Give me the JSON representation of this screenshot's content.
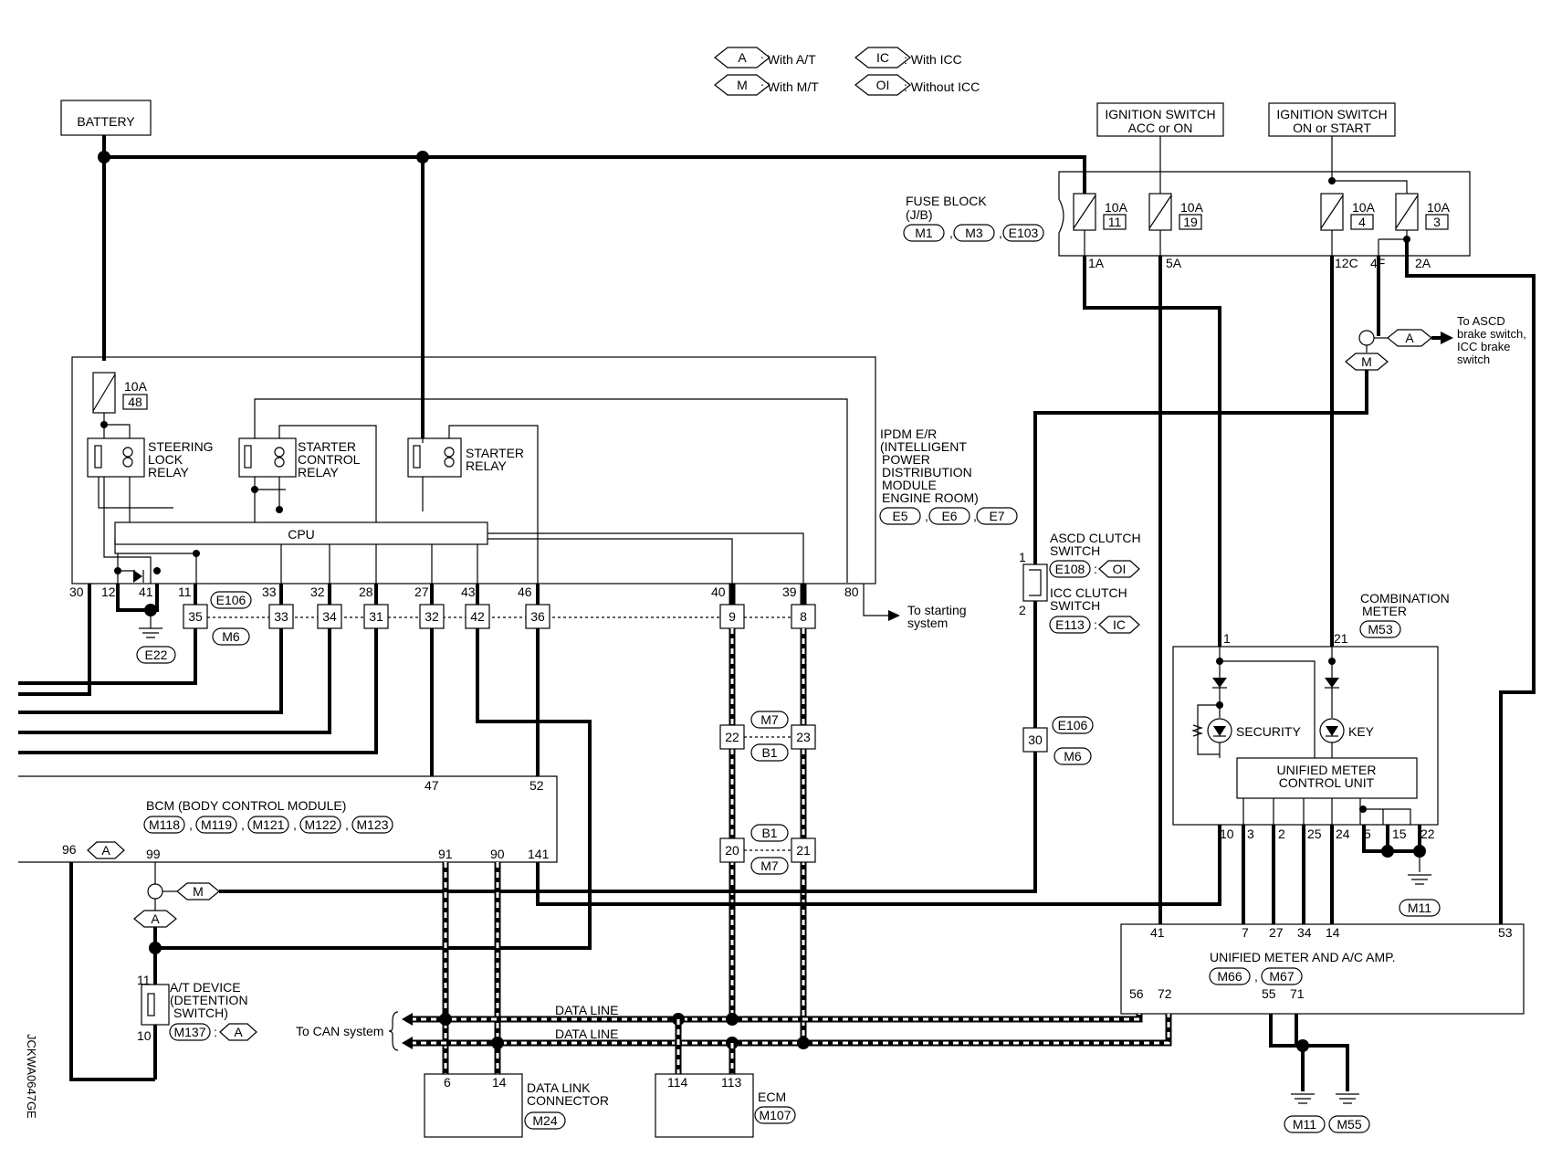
{
  "legend": {
    "A": "A",
    "A_text": ": With A/T",
    "M": "M",
    "M_text": ": With M/T",
    "IC": "IC",
    "IC_text": ": With ICC",
    "OI": "OI",
    "OI_text": ": Without ICC"
  },
  "battery": "BATTERY",
  "ign_acc": {
    "line1": "IGNITION SWITCH",
    "line2": "ACC or ON"
  },
  "ign_on": {
    "line1": "IGNITION SWITCH",
    "line2": "ON or START"
  },
  "fuse_block": {
    "label1": "FUSE BLOCK",
    "label2": "(J/B)",
    "connectors": [
      "M1",
      "M3",
      "E103"
    ],
    "fuses": [
      {
        "amp": "10A",
        "num": "11",
        "term": "1A"
      },
      {
        "amp": "10A",
        "num": "19",
        "term": "5A"
      },
      {
        "amp": "10A",
        "num": "4",
        "term": "12C"
      },
      {
        "amp": "10A",
        "num": "3",
        "term": "4F"
      }
    ],
    "term_2a": "2A"
  },
  "ipdm": {
    "fuse_amp": "10A",
    "fuse_num": "48",
    "steering_relay": [
      "STEERING",
      "LOCK",
      "RELAY"
    ],
    "starter_control_relay": [
      "STARTER",
      "CONTROL",
      "RELAY"
    ],
    "starter_relay": [
      "STARTER",
      "RELAY"
    ],
    "cpu": "CPU",
    "label": [
      "IPDM E/R",
      "(INTELLIGENT",
      "POWER",
      "DISTRIBUTION",
      "MODULE",
      "ENGINE ROOM)"
    ],
    "connectors": [
      "E5",
      "E6",
      "E7"
    ],
    "terminals": [
      "30",
      "12",
      "41",
      "11",
      "33",
      "32",
      "28",
      "27",
      "43",
      "46",
      "40",
      "39",
      "80"
    ]
  },
  "to_starting": [
    "To starting",
    "system"
  ],
  "ground_e22": "E22",
  "joint": {
    "conn_top": "E106",
    "conn_bottom": "M6",
    "pins": [
      "35",
      "33",
      "34",
      "31",
      "32",
      "42",
      "36",
      "9",
      "8"
    ]
  },
  "m7b1_a": {
    "top": "M7",
    "bottom": "B1",
    "pins": [
      "22",
      "23"
    ]
  },
  "m7b1_b": {
    "top": "B1",
    "bottom": "M7",
    "pins": [
      "20",
      "21"
    ]
  },
  "asd_to": [
    "To ASCD",
    "brake switch,",
    "ICC brake",
    "switch"
  ],
  "asd_marker_a": "A",
  "asd_marker_m": "M",
  "ascd_switch": {
    "label": [
      "ASCD CLUTCH",
      "SWITCH"
    ],
    "conn": "E108",
    "tag": "OI",
    "pins": [
      "1",
      "2"
    ]
  },
  "icc_switch": {
    "label": [
      "ICC CLUTCH",
      "SWITCH"
    ],
    "conn": "E113",
    "tag": "IC"
  },
  "e106_pin": {
    "pin": "30",
    "top": "E106",
    "bottom": "M6"
  },
  "combination_meter": {
    "label": [
      "COMBINATION",
      "METER"
    ],
    "conn": "M53",
    "security": "SECURITY",
    "key": "KEY",
    "unit": [
      "UNIFIED METER",
      "CONTROL UNIT"
    ],
    "pins_top": [
      "1",
      "21"
    ],
    "pins_bottom": [
      "10",
      "3",
      "2",
      "25",
      "24",
      "5",
      "15",
      "22"
    ],
    "ground": "M11"
  },
  "bcm": {
    "label": "BCM (BODY CONTROL MODULE)",
    "connectors": [
      "M118",
      "M119",
      "M121",
      "M122",
      "M123"
    ],
    "pins": [
      "47",
      "52",
      "96",
      "99",
      "91",
      "90",
      "141"
    ],
    "tag_96": "A"
  },
  "bcm_markers": {
    "m": "M",
    "a": "A"
  },
  "at_device": {
    "label": [
      "A/T DEVICE",
      "(DETENTION",
      "SWITCH)"
    ],
    "conn": "M137",
    "tag": "A",
    "pins": [
      "11",
      "10"
    ]
  },
  "unified_amp": {
    "label": "UNIFIED METER AND A/C AMP.",
    "connectors": [
      "M66",
      "M67"
    ],
    "pins_top": [
      "41",
      "7",
      "27",
      "34",
      "14",
      "53"
    ],
    "pins_bottom": [
      "56",
      "72",
      "55",
      "71"
    ]
  },
  "grounds_bottom": [
    "M11",
    "M55"
  ],
  "can": {
    "line1": "DATA LINE",
    "line2": "DATA LINE",
    "to": "To CAN system"
  },
  "dlc": {
    "label": [
      "DATA LINK",
      "CONNECTOR"
    ],
    "conn": "M24",
    "pins": [
      "6",
      "14"
    ]
  },
  "ecm": {
    "label": "ECM",
    "conn": "M107",
    "pins": [
      "114",
      "113"
    ]
  },
  "side_code": "JCKWA0647GE"
}
